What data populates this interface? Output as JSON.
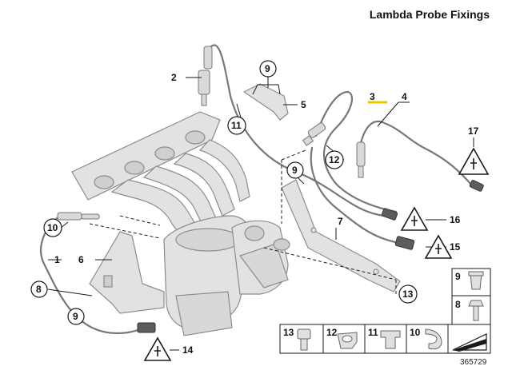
{
  "title": "Lambda Probe Fixings",
  "reference_number": "365729",
  "callouts": {
    "c1": "1",
    "c2": "2",
    "c3": "3",
    "c4": "4",
    "c5": "5",
    "c6": "6",
    "c7": "7",
    "c8": "8",
    "c9a": "9",
    "c9b": "9",
    "c9c": "9",
    "c10": "10",
    "c11": "11",
    "c12": "12",
    "c13": "13",
    "c14": "14",
    "c15": "15",
    "c16": "16",
    "c17": "17"
  },
  "parts_legend": {
    "p9": "9",
    "p8": "8",
    "p13": "13",
    "p12": "12",
    "p11": "11",
    "p10": "10"
  },
  "colors": {
    "line": "#1a1a1a",
    "part_fill": "#e2e2e2",
    "part_stroke": "#8c8c8c",
    "cable": "#777777",
    "highlight": "#f2c200"
  },
  "icons": [
    "warning-torque-icon",
    "clip-icon",
    "bolt-icon",
    "grommet-icon",
    "cable-tie-icon",
    "cap-clip-icon",
    "pipe-clamp-icon",
    "wedge-icon"
  ]
}
